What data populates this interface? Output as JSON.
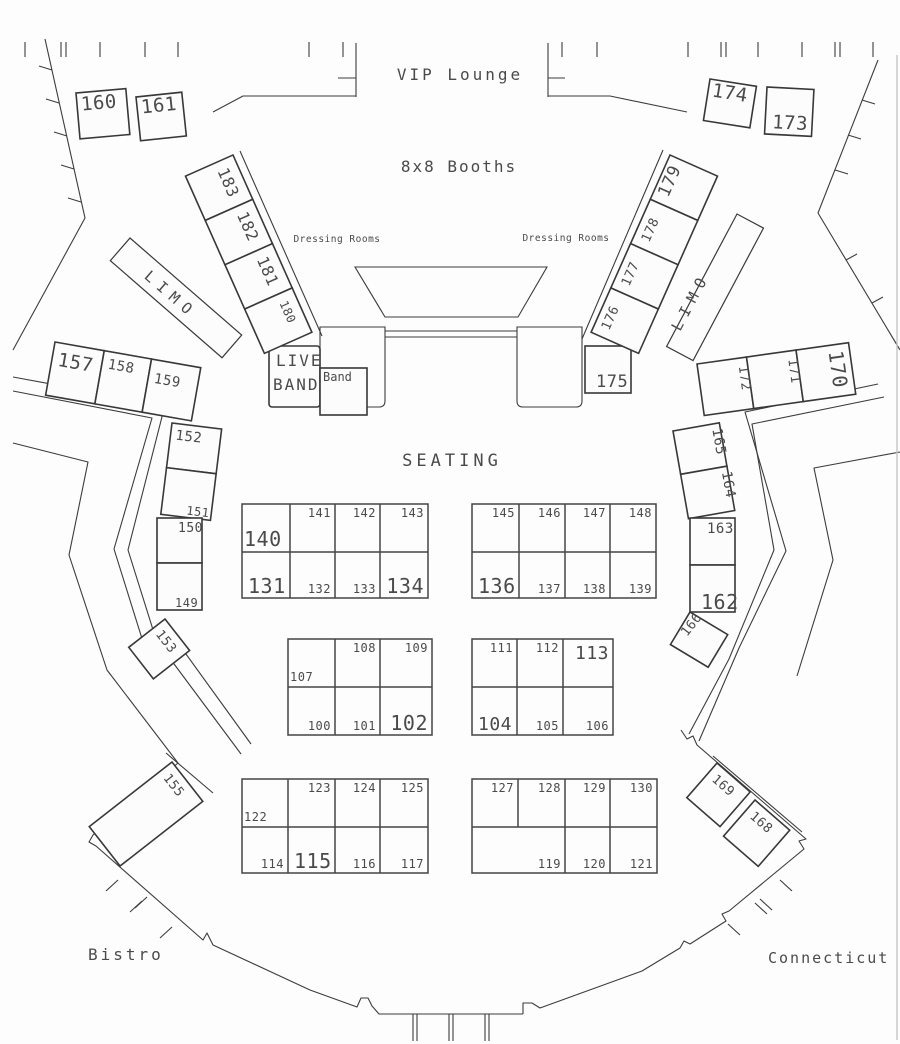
{
  "labels": {
    "vip_lounge": "VIP Lounge",
    "booths_8x8": "8x8 Booths",
    "dressing_rooms": "Dressing Rooms",
    "seating": "SEATING",
    "live_band_1": "LIVE",
    "live_band_2": "BAND",
    "band": "Band",
    "bistro": "Bistro",
    "connecticut": "Connecticut",
    "limo": "LIMO"
  },
  "booths": [
    {
      "id": "160"
    },
    {
      "id": "161"
    },
    {
      "id": "174"
    },
    {
      "id": "173"
    },
    {
      "id": "175"
    },
    {
      "id": "183"
    },
    {
      "id": "182"
    },
    {
      "id": "181"
    },
    {
      "id": "180"
    },
    {
      "id": "179"
    },
    {
      "id": "178"
    },
    {
      "id": "177"
    },
    {
      "id": "176"
    },
    {
      "id": "157"
    },
    {
      "id": "158"
    },
    {
      "id": "159"
    },
    {
      "id": "172"
    },
    {
      "id": "171"
    },
    {
      "id": "170"
    },
    {
      "id": "152"
    },
    {
      "id": "151"
    },
    {
      "id": "150"
    },
    {
      "id": "149"
    },
    {
      "id": "153"
    },
    {
      "id": "165"
    },
    {
      "id": "164"
    },
    {
      "id": "163"
    },
    {
      "id": "162"
    },
    {
      "id": "166"
    },
    {
      "id": "155"
    },
    {
      "id": "169"
    },
    {
      "id": "168"
    }
  ],
  "seating_grids": [
    {
      "id": "grid-a",
      "top": [
        "140",
        "141",
        "142",
        "143"
      ],
      "bottom": [
        "131",
        "132",
        "133",
        "134"
      ]
    },
    {
      "id": "grid-b",
      "top": [
        "145",
        "146",
        "147",
        "148"
      ],
      "bottom": [
        "136",
        "137",
        "138",
        "139"
      ]
    },
    {
      "id": "grid-c",
      "top": [
        "107",
        "108",
        "109"
      ],
      "bottom": [
        "100",
        "101",
        "102"
      ]
    },
    {
      "id": "grid-d",
      "top": [
        "111",
        "112",
        "113"
      ],
      "bottom": [
        "104",
        "105",
        "106"
      ]
    },
    {
      "id": "grid-e",
      "top": [
        "122",
        "123",
        "124",
        "125"
      ],
      "bottom": [
        "114",
        "115",
        "116",
        "117"
      ]
    },
    {
      "id": "grid-f",
      "top": [
        "127",
        "128",
        "129",
        "130"
      ],
      "bottom": [
        "119",
        "120",
        "121"
      ]
    }
  ],
  "colors": {
    "line": "#3c3c3c",
    "text": "#4a4a4a",
    "background": "#fdfdfd"
  }
}
